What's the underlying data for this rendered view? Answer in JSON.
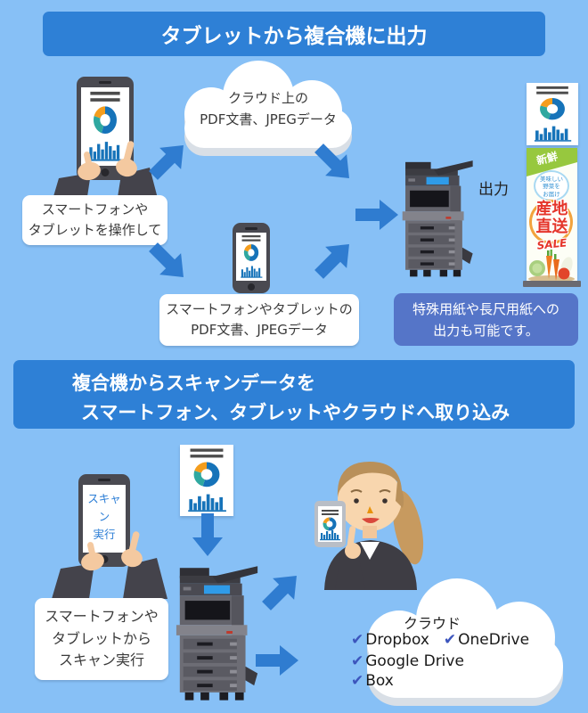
{
  "colors": {
    "background": "#87C0F6",
    "heading_bg": "#2E80D6",
    "arrow": "#2F7CD0",
    "note_bg": "#5575C8",
    "check": "#3C55BD",
    "nobori_green": "#97C83E",
    "nobori_red": "#E5352A"
  },
  "s1": {
    "title": "タブレットから複合機に出力",
    "cloud_line1": "クラウド上の",
    "cloud_line2": "PDF文書、JPEGデータ",
    "label_operate_1": "スマートフォンや",
    "label_operate_2": "タブレットを操作して",
    "label_device_1": "スマートフォンやタブレットの",
    "label_device_2": "PDF文書、JPEGデータ",
    "output": "出力",
    "note_1": "特殊用紙や長尺用紙への",
    "note_2": "出力も可能です。",
    "nobori": {
      "header": "新鮮",
      "bubble_1": "美味しい",
      "bubble_2": "野菜を",
      "bubble_3": "お届け",
      "main_1": "産地",
      "main_2": "直送",
      "sale": "SALE"
    }
  },
  "s2": {
    "title_1": "複合機からスキャンデータを",
    "title_2": "スマートフォン、タブレットやクラウドへ取り込み",
    "phone_screen_1": "スキャン",
    "phone_screen_2": "実行",
    "label_scan_1": "スマートフォンや",
    "label_scan_2": "タブレットから",
    "label_scan_3": "スキャン実行",
    "cloud_title": "クラウド",
    "check": "✔",
    "services": [
      "Dropbox",
      "OneDrive",
      "Google Drive",
      "Box"
    ]
  }
}
